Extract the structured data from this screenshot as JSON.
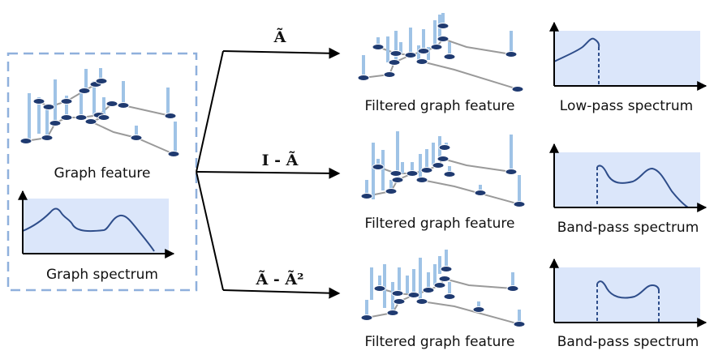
{
  "input": {
    "feature_caption": "Graph feature",
    "spectrum_caption": "Graph spectrum"
  },
  "branches": [
    {
      "operator": "Ã",
      "feature_caption": "Filtered graph feature",
      "spectrum_caption": "Low-pass spectrum"
    },
    {
      "operator": "I - Ã",
      "feature_caption": "Filtered graph feature",
      "spectrum_caption": "Band-pass spectrum"
    },
    {
      "operator": "Ã - Ã²",
      "feature_caption": "Filtered graph feature",
      "spectrum_caption": "Band-pass spectrum"
    }
  ],
  "colors": {
    "bar": "#9fc3e6",
    "spectrum_bg": "#dbe6fa",
    "curve": "#2e4d8a",
    "dashed_box": "#8fb0dc",
    "edge": "#9a9a9a",
    "node_fill": "#1f3a70"
  }
}
